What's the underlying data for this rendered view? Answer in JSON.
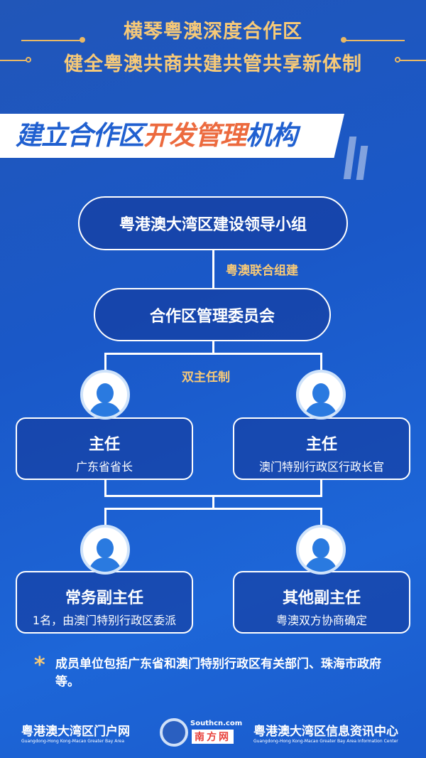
{
  "header": {
    "title_line1": "横琴粤澳深度合作区",
    "title_line2": "健全粤澳共商共建共管共享新体制"
  },
  "banner": {
    "part1": "建立合作区",
    "part2": "开发管理",
    "part3": "机构"
  },
  "org": {
    "top": "粤港澳大湾区建设领导小组",
    "link_label": "粤澳联合组建",
    "committee": "合作区管理委员会",
    "dual_label": "双主任制",
    "director_left": {
      "title": "主任",
      "desc": "广东省省长"
    },
    "director_right": {
      "title": "主任",
      "desc": "澳门特别行政区行政长官"
    },
    "deputy_left": {
      "title": "常务副主任",
      "desc": "1名，由澳门特别行政区委派"
    },
    "deputy_right": {
      "title": "其他副主任",
      "desc": "粤澳双方协商确定"
    }
  },
  "note": {
    "star": "*",
    "text": "成员单位包括广东省和澳门特别行政区有关部门、珠海市政府等。"
  },
  "footer": {
    "left": "粤港澳大湾区门户网",
    "left_en": "Guangdong-Hong Kong-Macao Greater Bay Area",
    "center_en": "Southcn.com",
    "center": "南方网",
    "right": "粤港澳大湾区信息资讯中心",
    "right_en": "Guangdong-Hong Kong-Macao Greater Bay Area Information Center"
  },
  "colors": {
    "background": "#1a58c8",
    "gold": "#f6c978",
    "accent": "#ec6a3e",
    "blue_text": "#2060d0"
  }
}
